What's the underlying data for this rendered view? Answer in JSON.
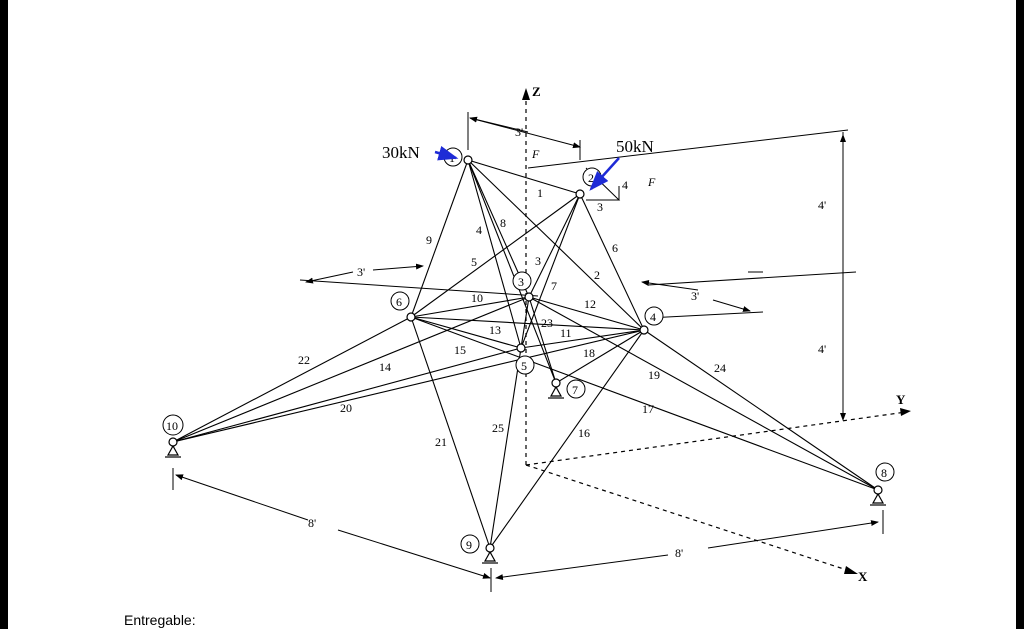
{
  "diagram": {
    "axes": {
      "z": "Z",
      "y": "Y",
      "x": "X"
    },
    "loads": [
      {
        "label": "30kN",
        "color": "#1e2bd6"
      },
      {
        "label": "50kN",
        "color": "#1e2bd6"
      }
    ],
    "joints": [
      "1",
      "2",
      "3",
      "4",
      "5",
      "6",
      "7",
      "8",
      "9",
      "10"
    ],
    "members": [
      "1",
      "2",
      "3",
      "4",
      "5",
      "6",
      "7",
      "8",
      "9",
      "10",
      "11",
      "12",
      "13",
      "14",
      "15",
      "16",
      "17",
      "18",
      "19",
      "20",
      "21",
      "22",
      "23",
      "24",
      "25"
    ],
    "dimensions": {
      "top_3a": "3'",
      "top_3b": "3'",
      "mid_3": "3'",
      "height_upper": "4'",
      "height_lower": "4'",
      "base_8a": "8'",
      "base_8b": "8'"
    },
    "notes": {
      "f1": "F",
      "f2": "F",
      "four": "4",
      "three": "3"
    }
  },
  "footer": {
    "text": "Entregable:"
  }
}
